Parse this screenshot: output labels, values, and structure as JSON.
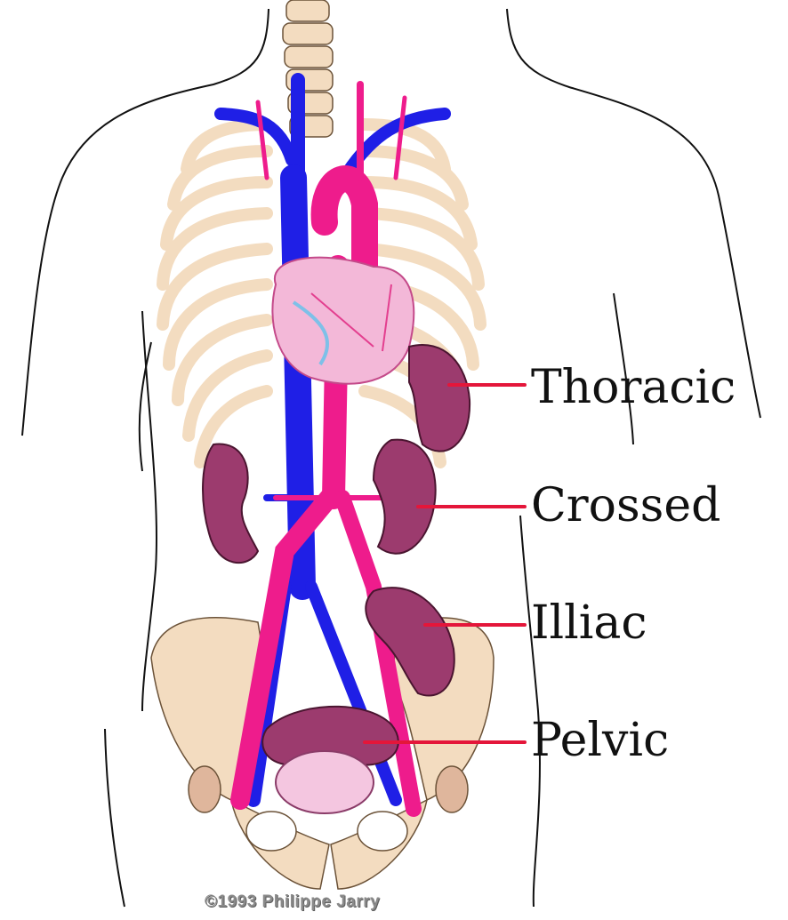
{
  "labels": {
    "thoracic": "Thoracic",
    "crossed": "Crossed",
    "illiac": "Illiac",
    "pelvic": "Pelvic"
  },
  "copyright": "©1993 Philippe Jarry",
  "colors": {
    "artery": "#ee1c8c",
    "vein": "#1f1fe6",
    "kidney": "#9c3b6e",
    "bone": "#f3dcc0",
    "heart": "#f3b8d8",
    "pointer": "#e4163a"
  }
}
